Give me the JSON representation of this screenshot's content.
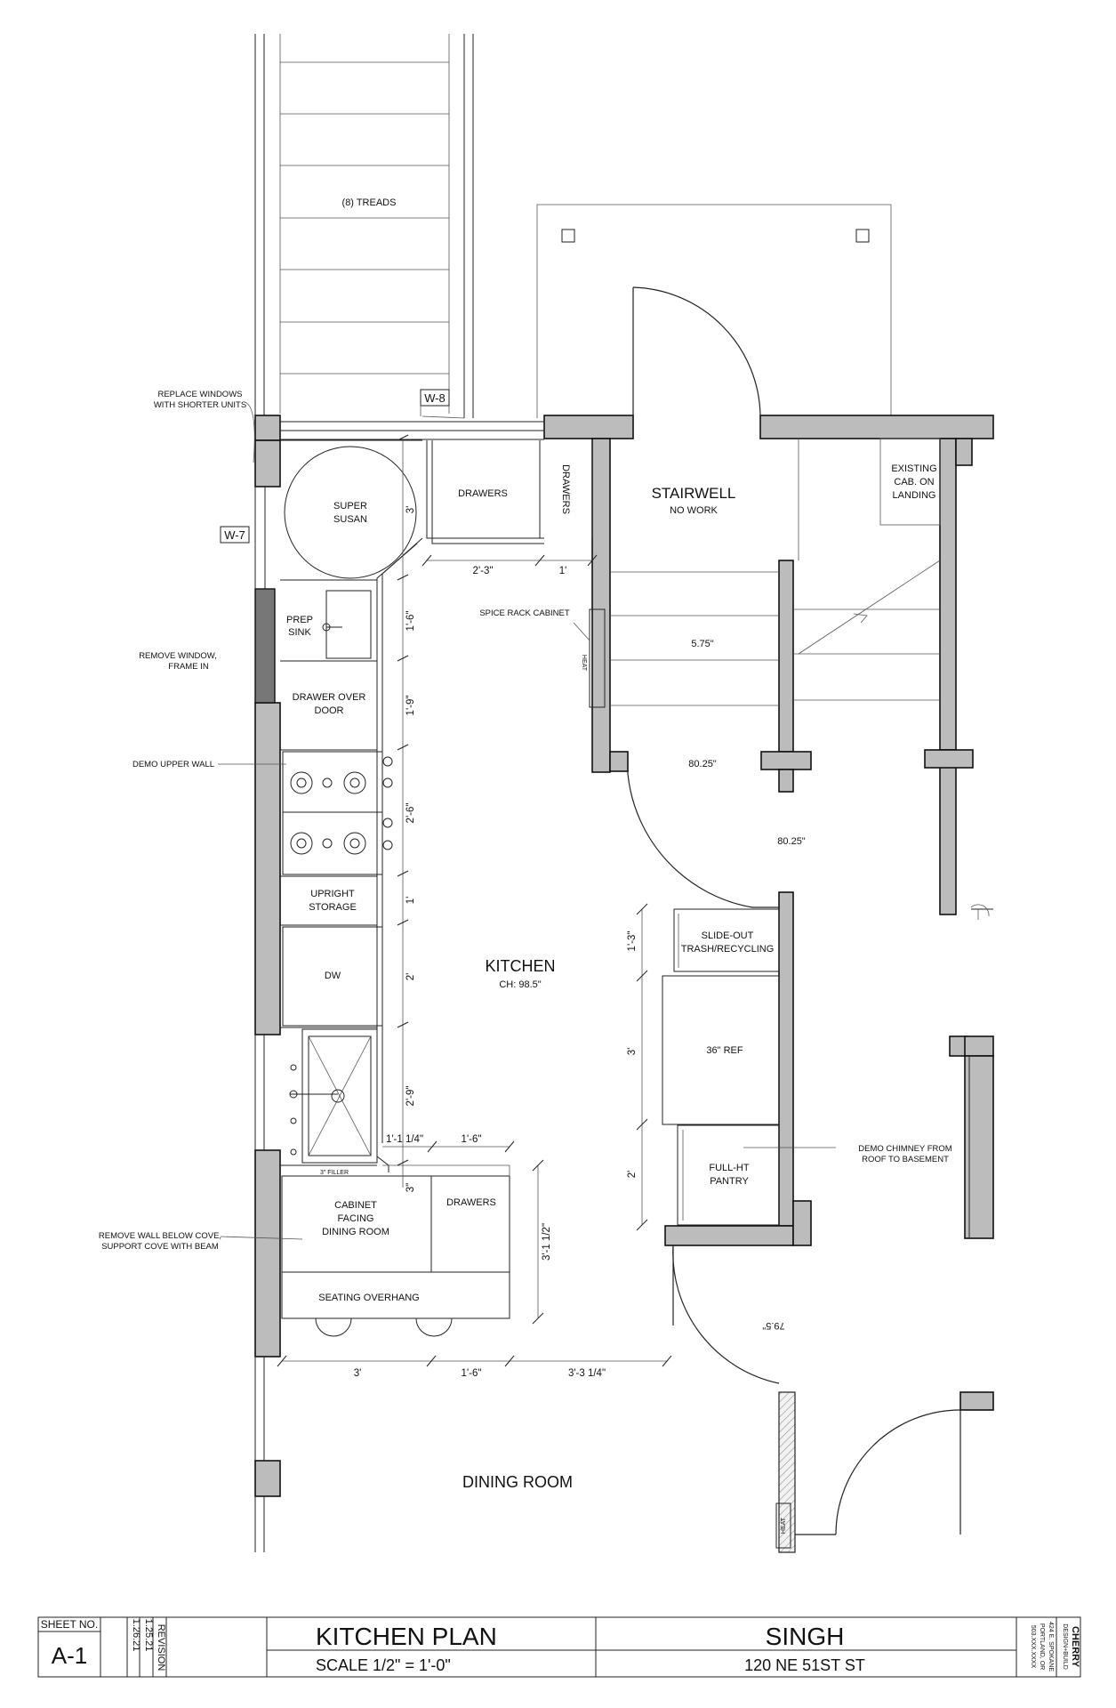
{
  "plan": {
    "stair_treads": "(8)  TREADS",
    "window_w8": "W-8",
    "window_w7": "W-7",
    "notes": {
      "replace_windows": [
        "REPLACE WINDOWS",
        "WITH SHORTER UNITS"
      ],
      "remove_window": [
        "REMOVE WINDOW,",
        "FRAME IN"
      ],
      "demo_upper_wall": "DEMO UPPER WALL",
      "remove_wall_cove": [
        "REMOVE WALL BELOW COVE,",
        "SUPPORT COVE WITH BEAM"
      ],
      "demo_chimney": [
        "DEMO CHIMNEY FROM",
        "ROOF TO BASEMENT"
      ],
      "spice_rack": "SPICE RACK CABINET"
    },
    "items": {
      "super_susan": [
        "SUPER",
        "SUSAN"
      ],
      "drawers_top": "DRAWERS",
      "drawers_vertical": "DRAWERS",
      "prep_sink": [
        "PREP",
        "SINK"
      ],
      "drawer_over_door": [
        "DRAWER OVER",
        "DOOR"
      ],
      "upright_storage": [
        "UPRIGHT",
        "STORAGE"
      ],
      "dw": "DW",
      "filler": "3\" FILLER",
      "cabinet_facing": [
        "CABINET",
        "FACING",
        "DINING ROOM"
      ],
      "drawers_island": "DRAWERS",
      "seating_overhang": "SEATING OVERHANG",
      "slide_out": [
        "SLIDE-OUT",
        "TRASH/RECYCLING"
      ],
      "ref": "36\" REF",
      "pantry": [
        "FULL-HT",
        "PANTRY"
      ],
      "existing_cab": [
        "EXISTING",
        "CAB. ON",
        "LANDING"
      ],
      "heat_1": "HEAT",
      "heat_2": "HEAT"
    },
    "rooms": {
      "stairwell": "STAIRWELL",
      "stairwell_note": "NO WORK",
      "kitchen": "KITCHEN",
      "kitchen_ch": "CH: 98.5\"",
      "dining": "DINING ROOM"
    },
    "dimensions": {
      "d_2_3": "2'-3\"",
      "d_1_top": "1'",
      "d_3_susan": "3'",
      "d_1_6_sink": "1'-6\"",
      "d_1_9": "1'-9\"",
      "d_2_6": "2'-6\"",
      "d_1_upright": "1'",
      "d_2_dw": "2'",
      "d_2_9": "2'-9\"",
      "d_1_1_4": "1'-1 1/4\"",
      "d_1_6_island": "1'-6\"",
      "d_3_filler": "3\"",
      "d_3_1_2": "3'-1 1/2\"",
      "d_3_bottom": "3'",
      "d_1_6_bottom": "1'-6\"",
      "d_3_3_4": "3'-3 1/4\"",
      "d_1_3": "1'-3\"",
      "d_3_ref": "3'",
      "d_2_pantry": "2'",
      "stair_5_75": "5.75\"",
      "stair_80_25a": "80.25\"",
      "stair_80_25b": "80.25\"",
      "door_79_5": "79.5\""
    }
  },
  "title_block": {
    "sheet_no_label": "SHEET NO.",
    "sheet_no": "A-1",
    "revision_label": "REVISION",
    "revision_dates": [
      "1.25.21",
      "1.26.21"
    ],
    "title": "KITCHEN PLAN",
    "scale": "SCALE 1/2\" = 1'-0\"",
    "client": "SINGH",
    "address": "120 NE 51ST ST",
    "firm": "CHERRY",
    "firm_sub": [
      "DESIGN+BUILD",
      "424 E. SPOKANE",
      "PORTLAND, OR",
      "503.XXX.XXXX"
    ]
  }
}
